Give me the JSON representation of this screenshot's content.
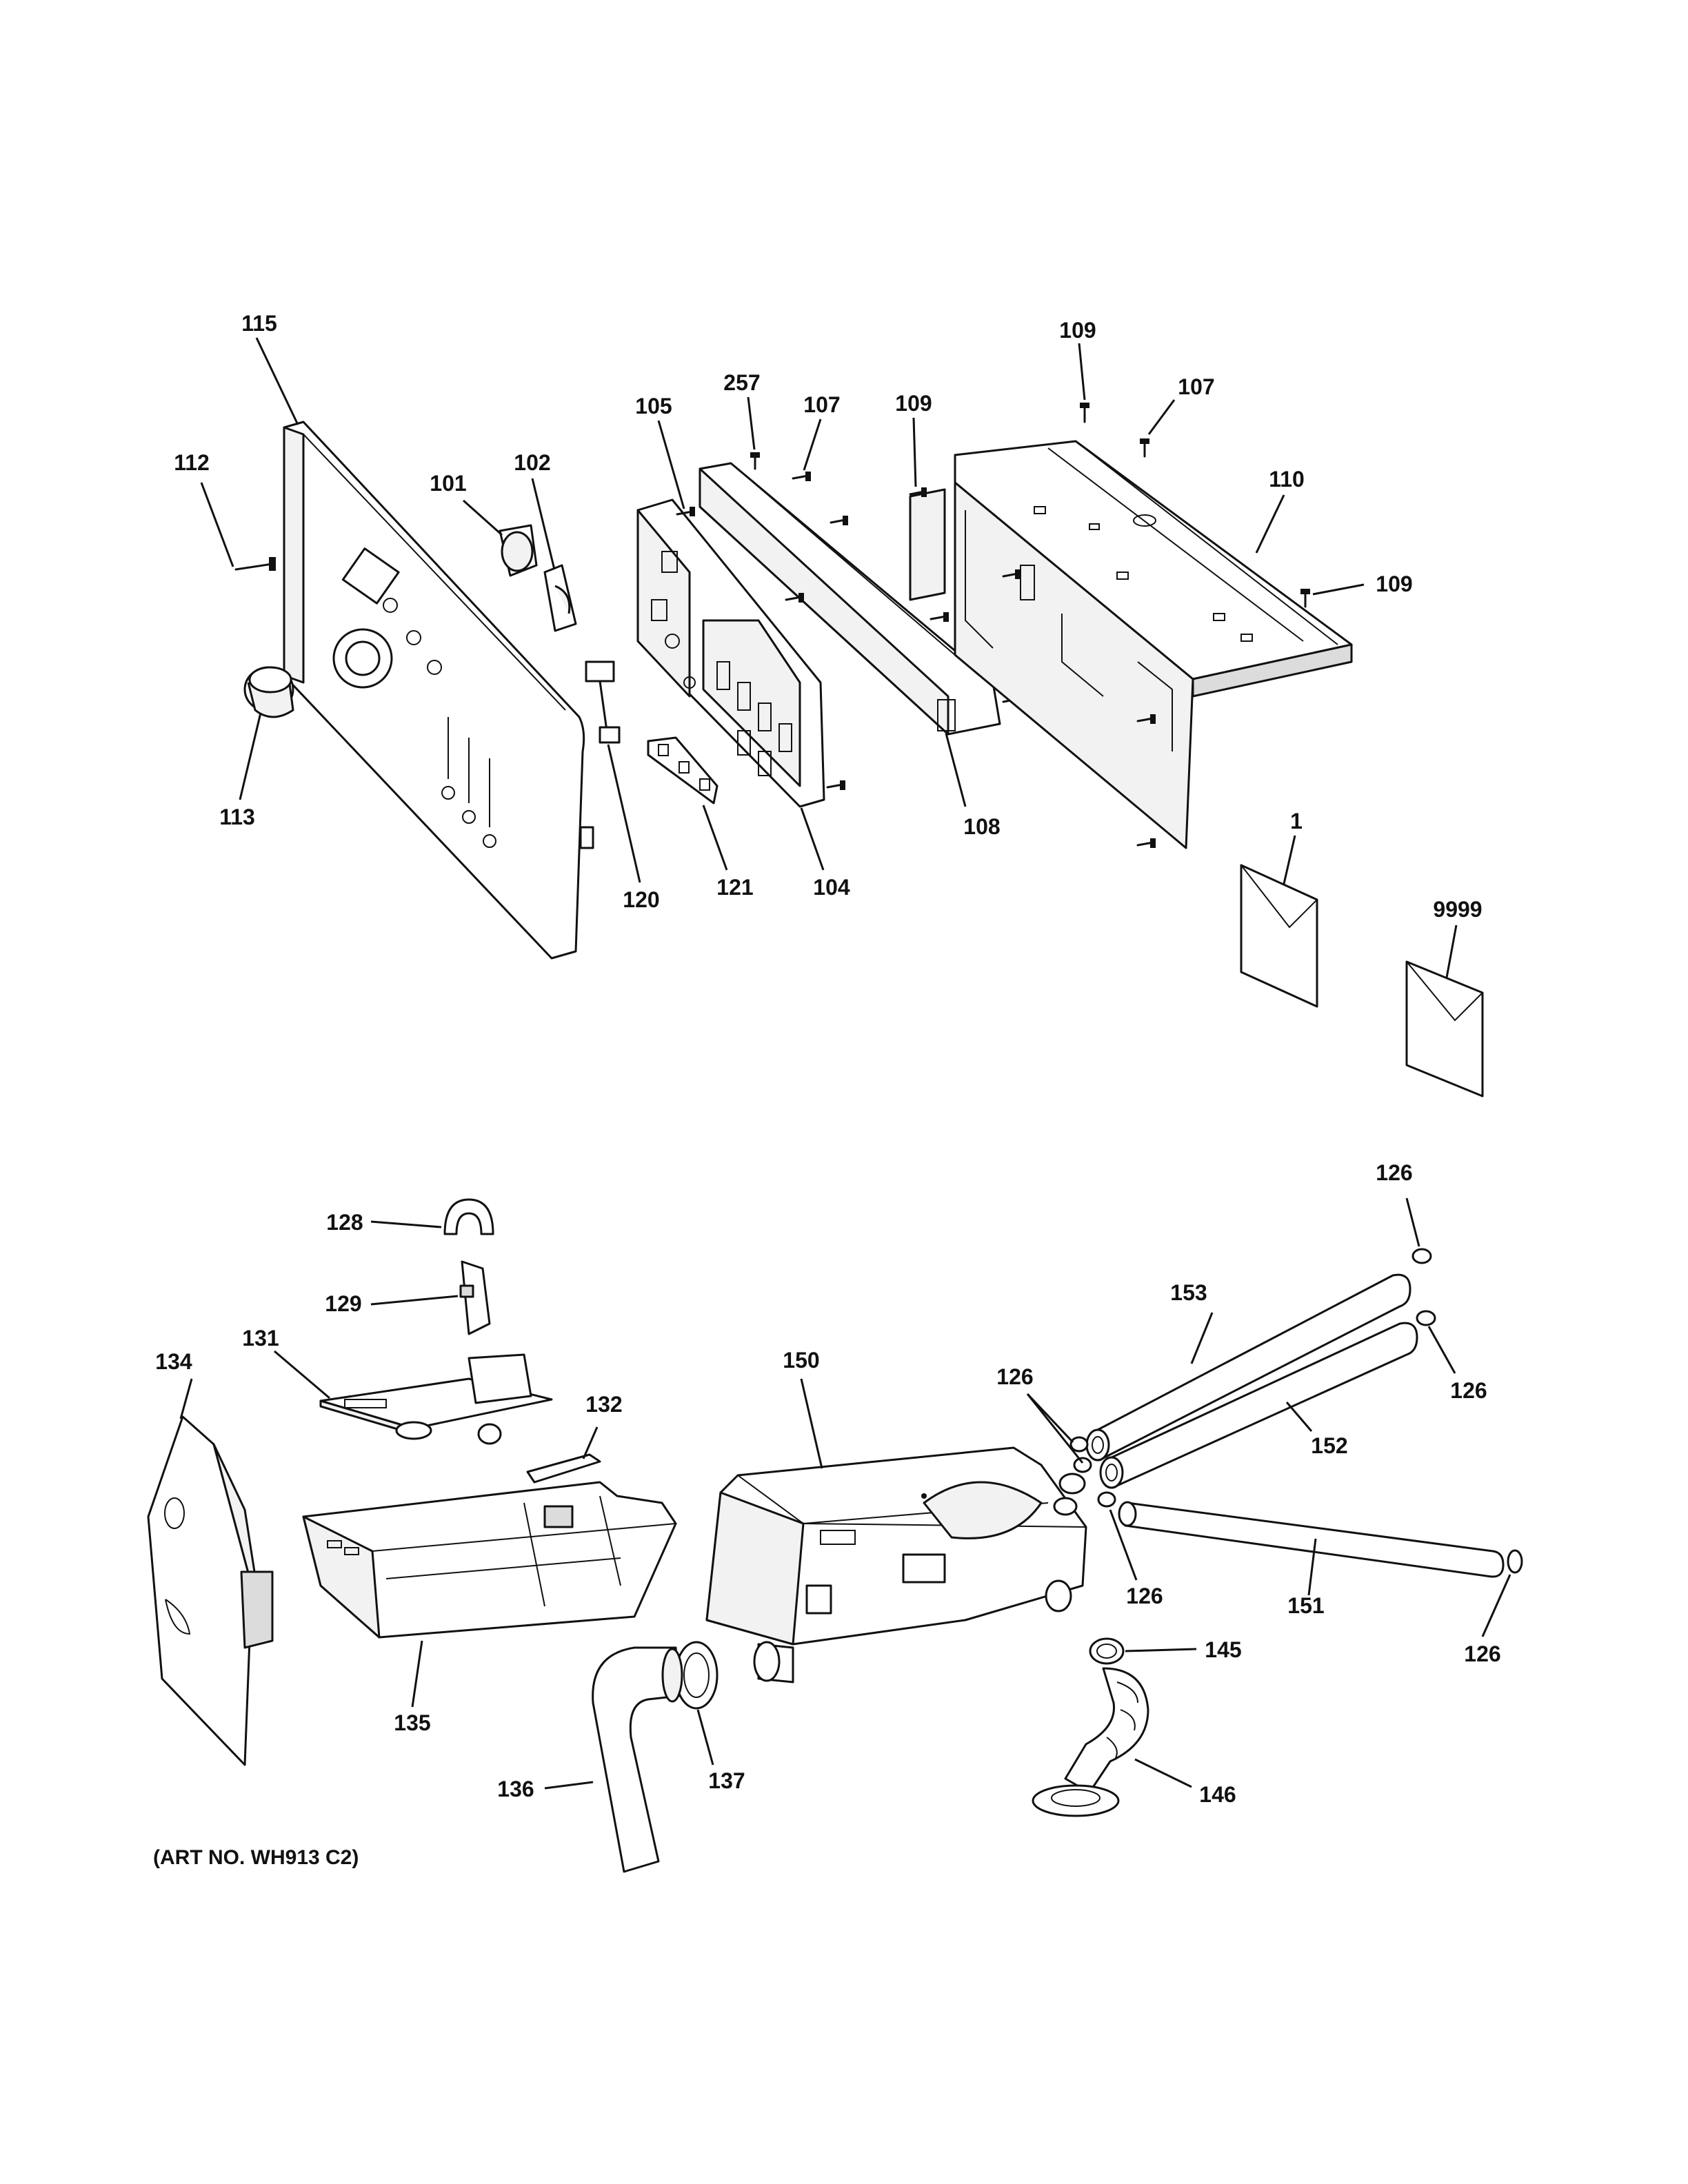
{
  "callouts": [
    {
      "id": "c115",
      "text": "115"
    },
    {
      "id": "c112",
      "text": "112"
    },
    {
      "id": "c101",
      "text": "101"
    },
    {
      "id": "c102",
      "text": "102"
    },
    {
      "id": "c113",
      "text": "113"
    },
    {
      "id": "c105",
      "text": "105"
    },
    {
      "id": "c257",
      "text": "257"
    },
    {
      "id": "c107a",
      "text": "107"
    },
    {
      "id": "c109a",
      "text": "109"
    },
    {
      "id": "c109b",
      "text": "109"
    },
    {
      "id": "c107b",
      "text": "107"
    },
    {
      "id": "c110",
      "text": "110"
    },
    {
      "id": "c109c",
      "text": "109"
    },
    {
      "id": "c120",
      "text": "120"
    },
    {
      "id": "c121",
      "text": "121"
    },
    {
      "id": "c104",
      "text": "104"
    },
    {
      "id": "c108",
      "text": "108"
    },
    {
      "id": "c1",
      "text": "1"
    },
    {
      "id": "c9999",
      "text": "9999"
    },
    {
      "id": "c128",
      "text": "128"
    },
    {
      "id": "c129",
      "text": "129"
    },
    {
      "id": "c131",
      "text": "131"
    },
    {
      "id": "c134",
      "text": "134"
    },
    {
      "id": "c132",
      "text": "132"
    },
    {
      "id": "c150",
      "text": "150"
    },
    {
      "id": "c126a",
      "text": "126"
    },
    {
      "id": "c153",
      "text": "153"
    },
    {
      "id": "c126b",
      "text": "126"
    },
    {
      "id": "c126c",
      "text": "126"
    },
    {
      "id": "c152",
      "text": "152"
    },
    {
      "id": "c126d",
      "text": "126"
    },
    {
      "id": "c151",
      "text": "151"
    },
    {
      "id": "c126e",
      "text": "126"
    },
    {
      "id": "c145",
      "text": "145"
    },
    {
      "id": "c135",
      "text": "135"
    },
    {
      "id": "c136",
      "text": "136"
    },
    {
      "id": "c137",
      "text": "137"
    },
    {
      "id": "c146",
      "text": "146"
    }
  ],
  "art_note": "(ART NO. WH913 C2)"
}
